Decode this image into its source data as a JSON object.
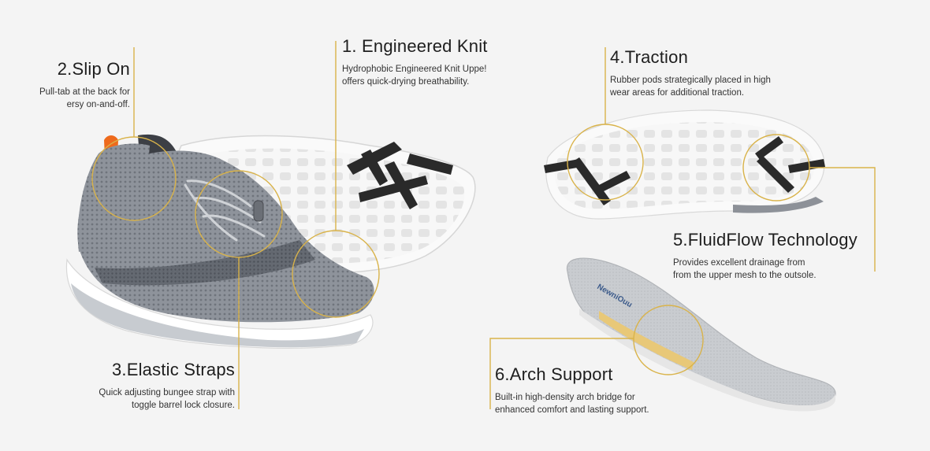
{
  "colors": {
    "background": "#f4f4f4",
    "accent_gold": "#d9b34a",
    "shoe_grey": "#8c9098",
    "sole_white": "#ffffff",
    "tread_black": "#2a2a2a",
    "pull_tab_orange": "#ee6a1c"
  },
  "features": {
    "engineered_knit": {
      "title": "1. Engineered Knit",
      "description": "Hydrophobic Engineered Knit Uppe!\noffers quick-drying breathability."
    },
    "slip_on": {
      "title": "2.Slip On",
      "description": "Pull-tab at the back for\nersy on-and-off."
    },
    "elastic_straps": {
      "title": "3.Elastic Straps",
      "description": "Quick adjusting bungee strap with\ntoggle barrel lock closure."
    },
    "traction": {
      "title": "4.Traction",
      "description": "Rubber pods strategically placed in high\nwear areas for additional traction."
    },
    "fluidflow": {
      "title": "5.FluidFlow Technology",
      "description": "Provides excellent drainage from\nfrom the upper mesh to the outsole."
    },
    "arch_support": {
      "title": "6.Arch Support",
      "description": "Built-in high-density arch bridge for\nenhanced comfort and lasting support."
    }
  },
  "insole_brand_text": "NewniOuu"
}
